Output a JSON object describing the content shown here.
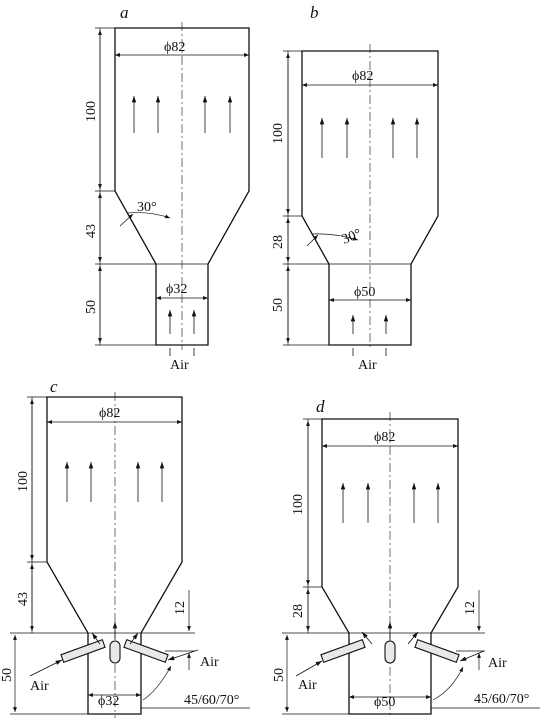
{
  "panels": {
    "a": {
      "label": "a",
      "diameter_top": "ϕ82",
      "diameter_bottom": "ϕ32",
      "height_upper": "100",
      "height_cone": "43",
      "height_lower": "50",
      "angle": "30°",
      "air": "Air"
    },
    "b": {
      "label": "b",
      "diameter_top": "ϕ82",
      "diameter_bottom": "ϕ50",
      "height_upper": "100",
      "height_cone": "28",
      "height_lower": "50",
      "angle": "30°",
      "air": "Air"
    },
    "c": {
      "label": "c",
      "diameter_top": "ϕ82",
      "diameter_bottom": "ϕ32",
      "height_upper": "100",
      "height_cone": "43",
      "height_lower": "50",
      "nozzle_offset": "12",
      "angle": "45/60/70°",
      "air_left": "Air",
      "air_right": "Air"
    },
    "d": {
      "label": "d",
      "diameter_top": "ϕ82",
      "diameter_bottom": "ϕ50",
      "height_upper": "100",
      "height_cone": "28",
      "height_lower": "50",
      "nozzle_offset": "12",
      "angle": "45/60/70°",
      "air_left": "Air",
      "air_right": "Air"
    }
  }
}
